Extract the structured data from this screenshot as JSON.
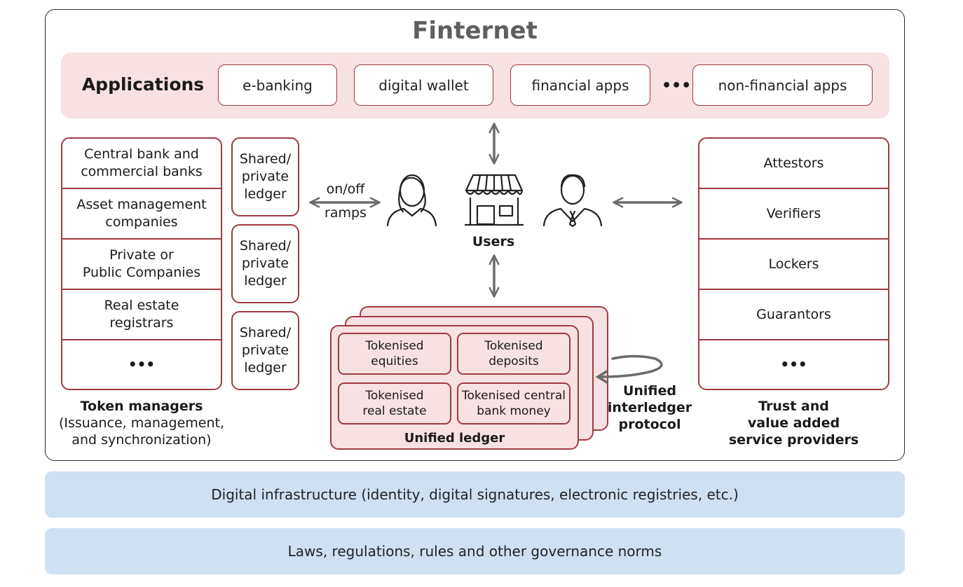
{
  "title": "Finternet",
  "applications": {
    "label": "Applications",
    "items": [
      "e-banking",
      "digital wallet",
      "financial apps",
      "non-financial apps"
    ],
    "ellipsis": "•••"
  },
  "token_managers": {
    "cells": [
      [
        "Central bank and",
        "commercial banks"
      ],
      [
        "Asset management",
        "companies"
      ],
      [
        "Private or",
        "Public Companies"
      ],
      [
        "Real estate",
        "registrars"
      ],
      [
        "•••"
      ]
    ],
    "caption_title": "Token managers",
    "caption_lines": [
      "(Issuance, management,",
      "and synchronization)"
    ]
  },
  "ledgers": [
    [
      "Shared/",
      "private",
      "ledger"
    ],
    [
      "Shared/",
      "private",
      "ledger"
    ],
    [
      "Shared/",
      "private",
      "ledger"
    ]
  ],
  "ramps": {
    "line1": "on/off",
    "line2": "ramps"
  },
  "users": {
    "label": "Users"
  },
  "unified_ledger": {
    "cells": [
      [
        "Tokenised",
        "equities"
      ],
      [
        "Tokenised",
        "deposits"
      ],
      [
        "Tokenised",
        "real estate"
      ],
      [
        "Tokenised central",
        "bank money"
      ]
    ],
    "label": "Unified ledger"
  },
  "protocol": {
    "lines": [
      "Unified",
      "interledger",
      "protocol"
    ]
  },
  "trust_providers": {
    "cells": [
      "Attestors",
      "Verifiers",
      "Lockers",
      "Guarantors",
      "•••"
    ],
    "caption_lines": [
      "Trust and",
      "value added",
      "service providers"
    ]
  },
  "infrastructure": {
    "label": "Digital infrastructure  (identity, digital signatures, electronic registries, etc.)"
  },
  "governance": {
    "label": "Laws, regulations, rules and other governance norms"
  },
  "colors": {
    "accent": "#a23a40",
    "pink_fill": "#f7e1e3",
    "blue_fill": "#cfe0f2",
    "arrow": "#6b6b6b",
    "title": "#5f5f5f"
  },
  "icons": [
    "woman-user-icon",
    "storefront-icon",
    "businessman-user-icon",
    "double-arrow-icon",
    "circular-arrow-icon"
  ]
}
